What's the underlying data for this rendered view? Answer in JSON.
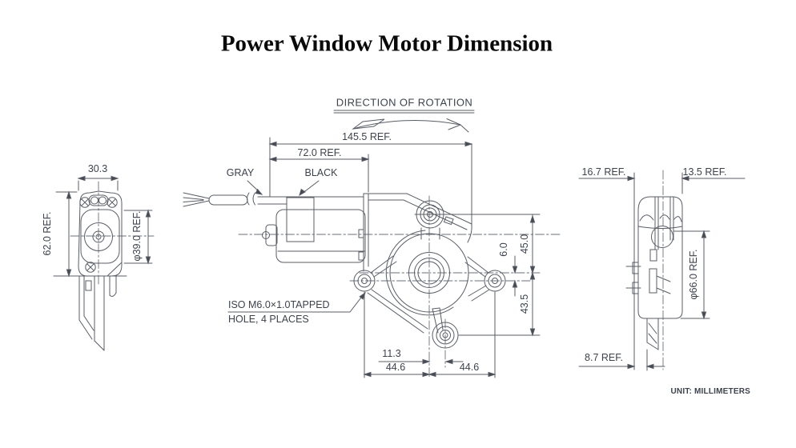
{
  "title": "Power Window Motor Dimension",
  "footer": {
    "unit_note": "UNIT: MILLIMETERS"
  },
  "left_view": {
    "dim_width": "30.3",
    "dim_height": "62.0 REF.",
    "dim_diameter": "φ39.0 REF."
  },
  "center_view": {
    "rotation_label": "DIRECTION OF ROTATION",
    "dim_overall": "145.5 REF.",
    "dim_motor": "72.0 REF.",
    "wire_gray": "GRAY",
    "wire_black": "BLACK",
    "note_line1": "ISO M6.0×1.0TAPPED",
    "note_line2": "HOLE, 4 PLACES",
    "dim_offset": "11.3",
    "dim_span_left": "44.6",
    "dim_span_right": "44.6",
    "dim_boss_offset": "6.0",
    "dim_upper": "45.0",
    "dim_lower": "43.5"
  },
  "right_view": {
    "dim_front": "16.7 REF.",
    "dim_rear": "13.5 REF.",
    "dim_housing": "φ66.0 REF.",
    "dim_foot": "8.7 REF."
  },
  "colors": {
    "line": "#595e66",
    "centerline": "#6a6f77",
    "text": "#3d424c",
    "title": "#0a0a0a"
  }
}
